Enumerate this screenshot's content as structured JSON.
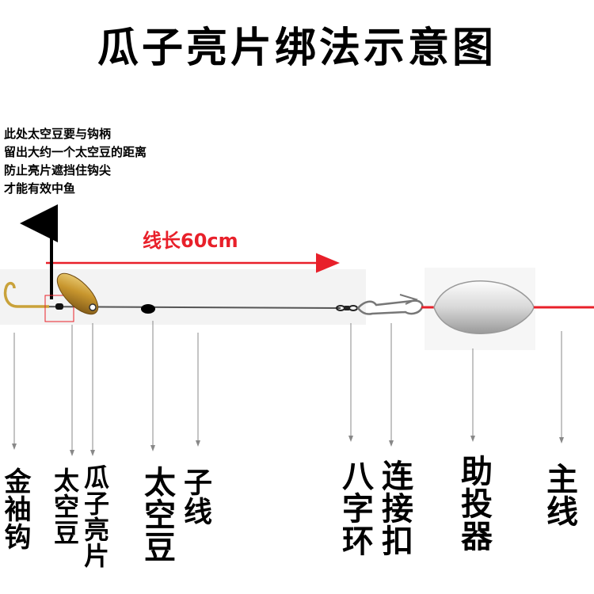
{
  "title": "瓜子亮片绑法示意图",
  "note": {
    "lines": [
      "此处太空豆要与钩柄",
      "留出大约一个太空豆的距离",
      "防止亮片遮挡住钩尖",
      "才能有效中鱼"
    ]
  },
  "length_label": "线长60cm",
  "labels": {
    "hook": "金袖钩",
    "bead_near_hook": "太空豆",
    "spoon": "瓜子亮片",
    "bead": "太空豆",
    "leader": "子线",
    "swivel": "八字环",
    "snap": "连接扣",
    "caster": "助投器",
    "main_line": "主线"
  },
  "colors": {
    "line_gray": "#555555",
    "main_line_red": "#e8202a",
    "spoon_gold": "#b8862a",
    "hook_gold": "#c9a23a"
  }
}
